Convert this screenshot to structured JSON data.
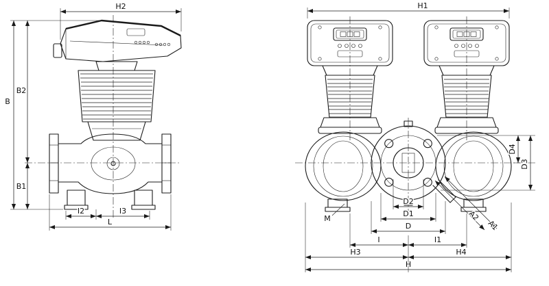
{
  "drawing": {
    "colors": {
      "line": "#1a1a1a",
      "background": "#ffffff"
    }
  },
  "left_view": {
    "h2": "H2",
    "b": "B",
    "b2": "B2",
    "b1": "B1",
    "i2": "I2",
    "i3": "I3",
    "l": "L"
  },
  "right_view": {
    "h1": "H1",
    "d4": "D4",
    "d3": "D3",
    "d2": "D2",
    "d1": "D1",
    "d": "D",
    "m": "M",
    "a2": "A2",
    "a1": "A1",
    "i": "I",
    "i1": "I1",
    "h3": "H3",
    "h4": "H4",
    "h": "H"
  }
}
